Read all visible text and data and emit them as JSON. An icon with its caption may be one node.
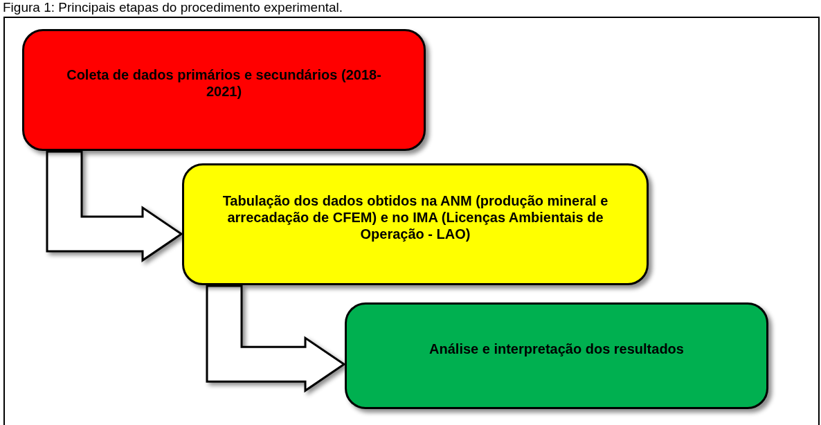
{
  "diagram": {
    "title": "Figura 1: Principais etapas do procedimento experimental.",
    "nodes": [
      {
        "text": [
          "Coleta de dados primários e secundários (2018-2021)"
        ]
      },
      {
        "text": [
          "Tabulação dos dados obtidos na ANM (produção mineral e arrecadação de CFEM) e no IMA (Licenças Ambientais de Operação - LAO)"
        ]
      },
      {
        "text": [
          "Análise e interpretação dos resultados"
        ]
      }
    ],
    "edges": [
      {
        "from": 0,
        "to": 1,
        "arrow": "to"
      },
      {
        "from": 1,
        "to": 2,
        "arrow": "to"
      }
    ]
  }
}
